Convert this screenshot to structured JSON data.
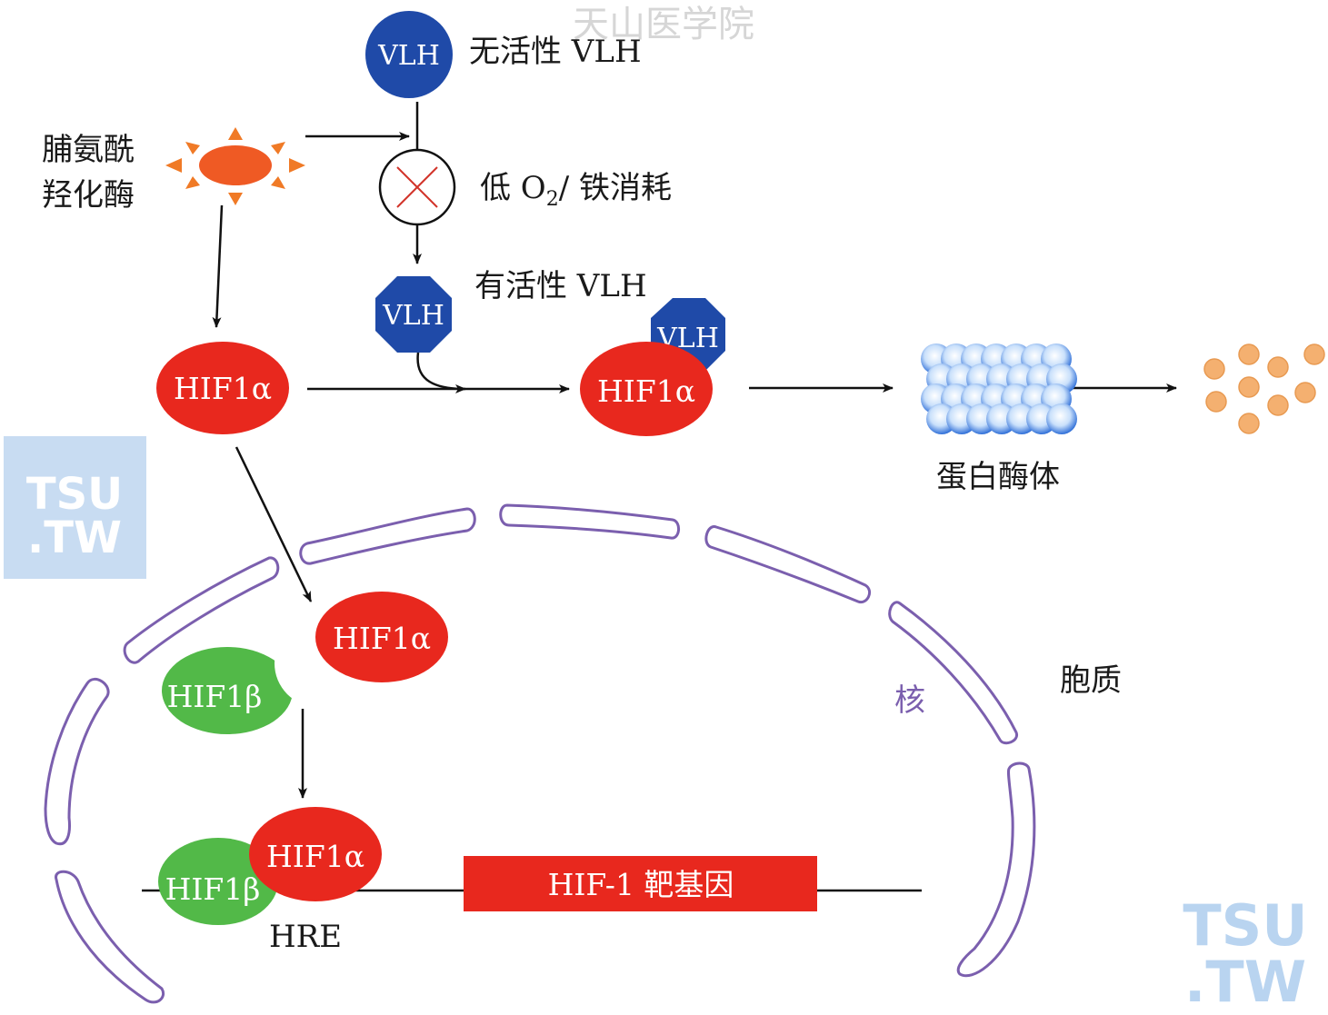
{
  "watermark_top": "天山医学院",
  "watermark_tsu": {
    "line1": "TSU",
    "line2": ".TW"
  },
  "enzyme": {
    "line1": "脯氨酰",
    "line2": "羟化酶"
  },
  "vlh": {
    "inactive_node": "VLH",
    "inactive_label": "无活性 VLH",
    "condition_prefix": "低 O",
    "condition_sub": "2",
    "condition_suffix": "/ 铁消耗",
    "active_node": "VLH",
    "active_label": "有活性 VLH",
    "bound_node": "VLH"
  },
  "hif": {
    "alpha_cytosol": "HIF1α",
    "alpha_bound": "HIF1α",
    "alpha_nucleus": "HIF1α",
    "beta_nucleus": "HIF1β",
    "alpha_complex": "HIF1α",
    "beta_complex": "HIF1β"
  },
  "proteasome_label": "蛋白酶体",
  "cytosol_label": "胞质",
  "nucleus_label": "核",
  "hre_label": "HRE",
  "target_gene_label": "HIF-1 靶基因",
  "colors": {
    "vlh_blue": "#1f4aa8",
    "hif_red": "#e8281e",
    "hif_beta_green": "#52b948",
    "enzyme_orange": "#ef5a24",
    "enzyme_rays": "#f07a26",
    "nucleus_purple": "#7b5fae",
    "fragment_orange": "#f4b070",
    "watermark_blue": "#c8dcf2"
  }
}
